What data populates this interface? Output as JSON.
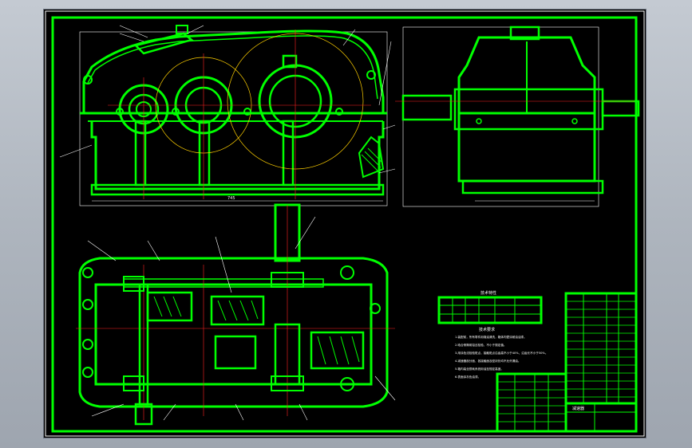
{
  "viewport": {
    "background": "#000000",
    "line_color": "#00ff00",
    "center_line_color": "#ff2020",
    "dimension_color": "#ffffff",
    "pitch_circle_color": "#ffd000"
  },
  "views": [
    {
      "name": "front-view"
    },
    {
      "name": "side-view"
    },
    {
      "name": "top-section-view"
    }
  ],
  "tech_requirements": {
    "title": "技术要求",
    "lines": [
      "1.装配前，所有零件用煤油清洗，箱体内壁涂耐油油漆。",
      "2.啮合侧隙用铅丝检验，不小于规定值。",
      "3.用涂色法检验斑点，接触斑点沿齿高不小于40%，沿齿长不小于50%。",
      "4.减速器剖分面、各接触面及密封处均不允许漏油。",
      "5.箱内装全损耗系统用油至规定高度。",
      "6.表面涂灰色油漆。"
    ]
  },
  "spec_table": {
    "title": "技术特性"
  },
  "title_block": {
    "drawing_title": "减速器"
  }
}
